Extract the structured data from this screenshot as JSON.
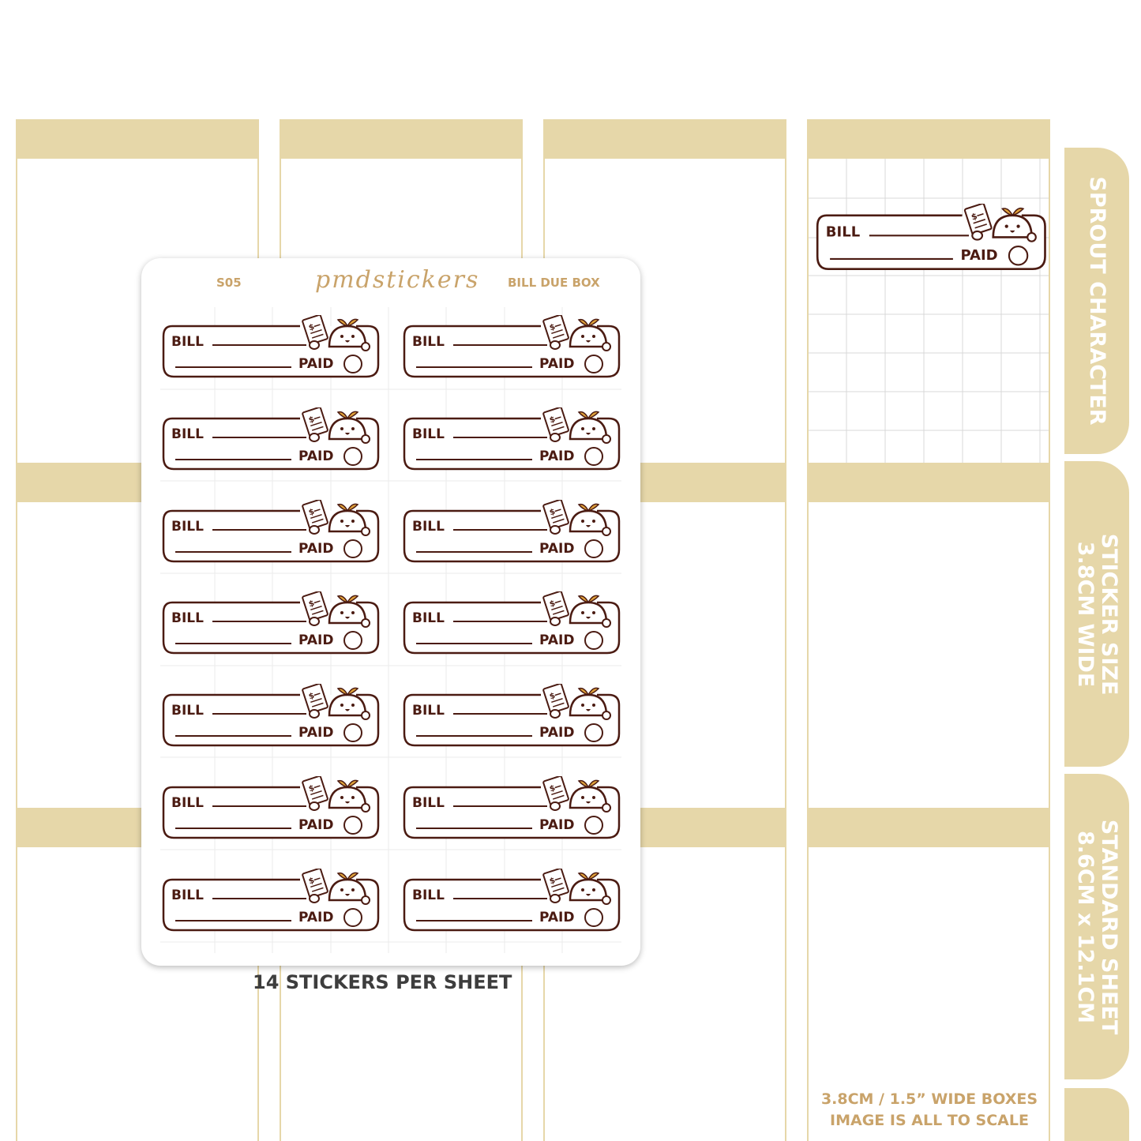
{
  "sheet": {
    "code": "S05",
    "brand": "pmdstickers",
    "title": "BILL DUE BOX"
  },
  "sticker": {
    "bill_label": "BILL",
    "paid_label": "PAID",
    "icon": "sprout-character-with-bill-icon"
  },
  "caption": "14 STICKERS PER SHEET",
  "side_tabs": [
    {
      "lines": [
        "SPROUT CHARACTER"
      ]
    },
    {
      "lines": [
        "STICKER SIZE",
        "3.8CM WIDE"
      ]
    },
    {
      "lines": [
        "STANDARD SHEET",
        "8.6CM x 12.1CM"
      ]
    }
  ],
  "bottom_note": {
    "line1": "3.8CM / 1.5” WIDE BOXES",
    "line2": "IMAGE IS ALL TO SCALE"
  },
  "colors": {
    "accent": "#e6d7a9",
    "sticker_ink": "#4b1b12",
    "brand_gold": "#c9a36a",
    "caption": "#3d3d3d"
  }
}
